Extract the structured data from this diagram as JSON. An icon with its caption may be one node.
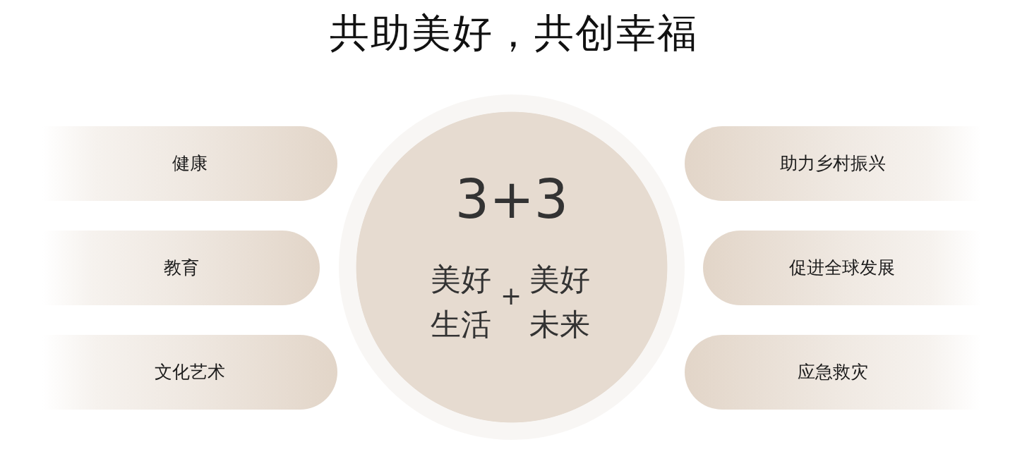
{
  "diagram": {
    "title": "共助美好，共创幸福",
    "nodes": [
      {
        "text": [
          "健康"
        ]
      },
      {
        "text": [
          "教育"
        ]
      },
      {
        "text": [
          "文化艺术"
        ]
      },
      {
        "text": [
          "3+3",
          "美好生活",
          "+",
          "美好未来"
        ]
      },
      {
        "text": [
          "助力乡村振兴"
        ]
      },
      {
        "text": [
          "促进全球发展"
        ]
      },
      {
        "text": [
          "应急救灾"
        ]
      }
    ]
  }
}
